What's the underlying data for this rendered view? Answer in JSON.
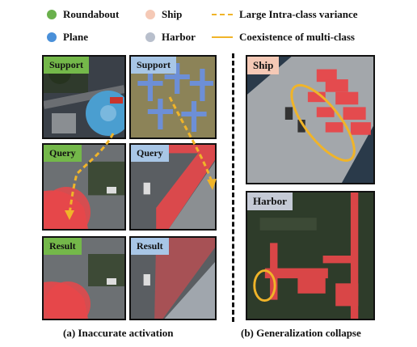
{
  "legend": {
    "roundabout": {
      "label": "Roundabout",
      "color": "#6ab04c"
    },
    "ship": {
      "label": "Ship",
      "color": "#f5c9b6"
    },
    "intra_variance": {
      "label": "Large Intra-class variance",
      "color": "#f0b429"
    },
    "plane": {
      "label": "Plane",
      "color": "#4a90d9"
    },
    "harbor": {
      "label": "Harbor",
      "color": "#b8bfcc"
    },
    "coexistence": {
      "label": "Coexistence of multi-class",
      "color": "#f0b429"
    }
  },
  "panels": {
    "left_col1": [
      "Support",
      "Query",
      "Result"
    ],
    "left_col2": [
      "Support",
      "Query",
      "Result"
    ],
    "right_top": "Ship",
    "right_bottom": "Harbor"
  },
  "captions": {
    "left": "(a) Inaccurate activation",
    "right": "(b) Generalization collapse"
  },
  "colors": {
    "mask": "#e8474a",
    "annotation": "#f0b429",
    "tag_green": "#74b84a",
    "tag_blue": "#a8c6e6"
  }
}
